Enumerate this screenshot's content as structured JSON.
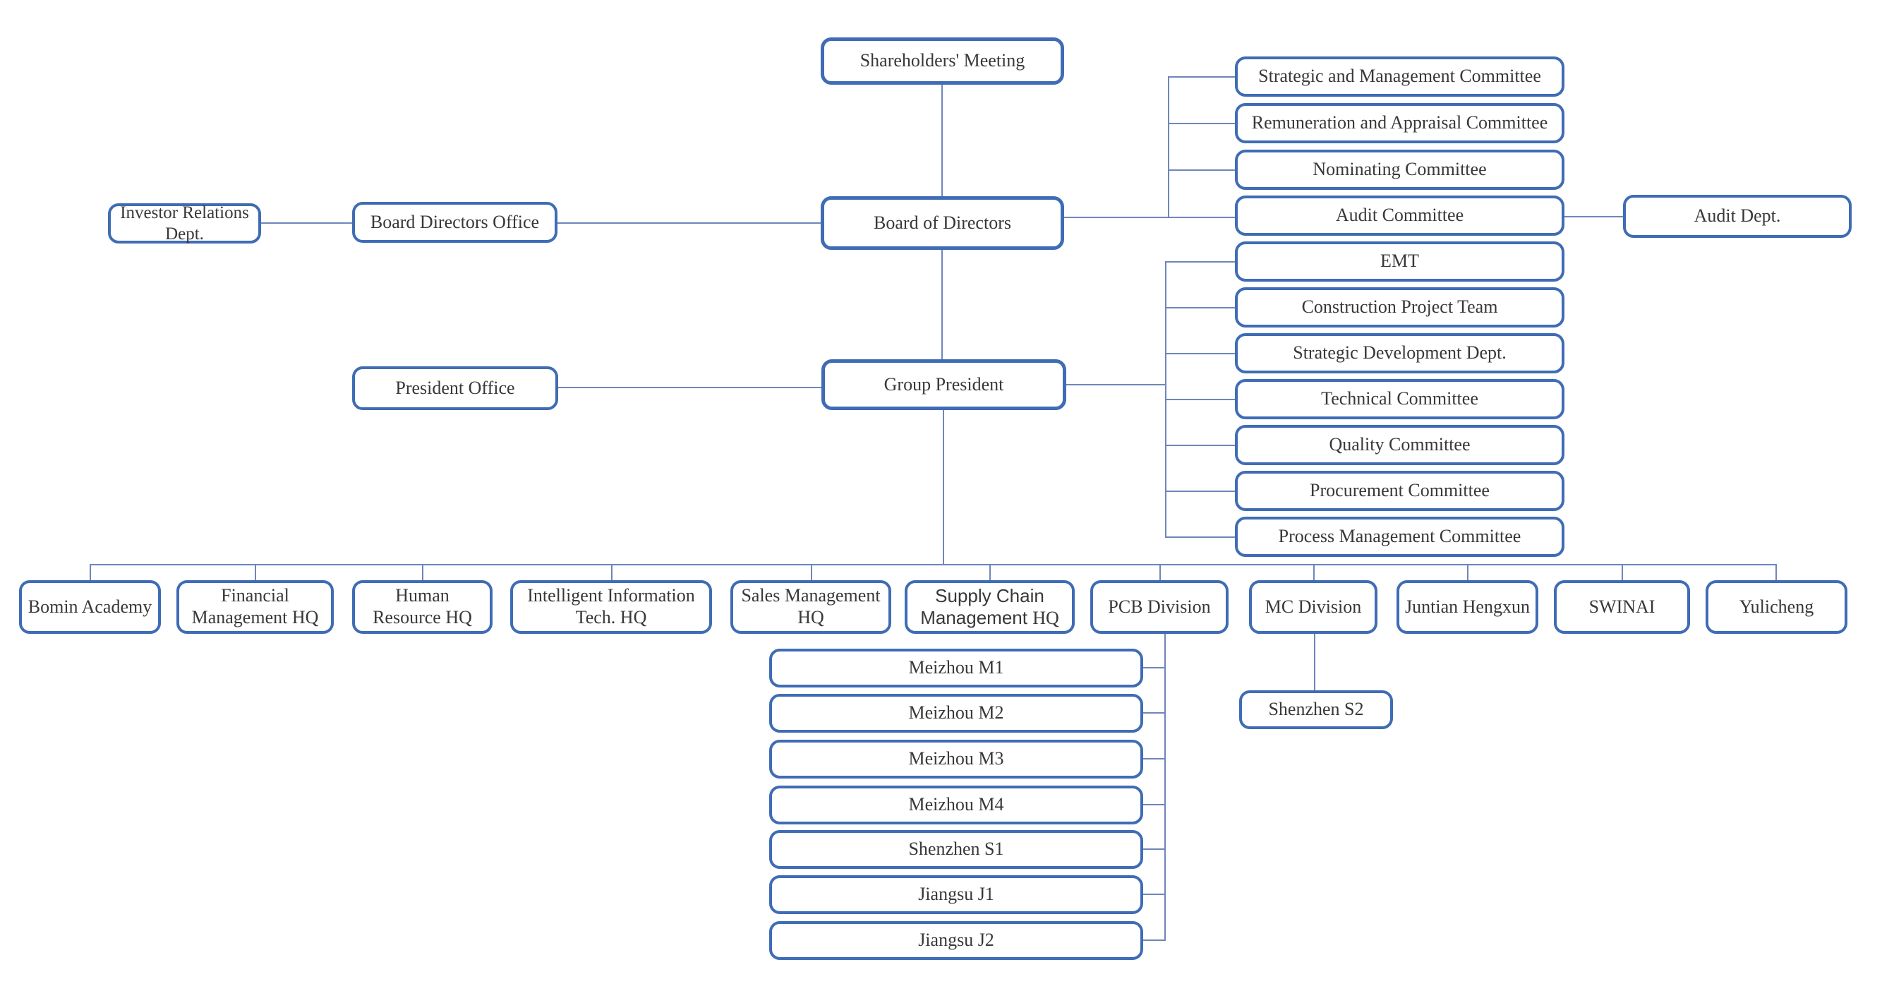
{
  "colors": {
    "box_border": "#3f6cb5",
    "connector": "#6e86ba",
    "text": "#383838",
    "background": "#ffffff"
  },
  "nodes": {
    "shareholders_meeting": "Shareholders' Meeting",
    "board_of_directors": "Board of Directors",
    "board_directors_office": "Board Directors Office",
    "investor_relations": "Investor Relations Dept.",
    "audit_dept": "Audit Dept.",
    "president_office": "President Office",
    "group_president": "Group President",
    "shenzhen_s2": "Shenzhen S2"
  },
  "committees": [
    "Strategic and Management Committee",
    "Remuneration and Appraisal Committee",
    "Nominating Committee",
    "Audit Committee",
    "EMT",
    "Construction Project Team",
    "Strategic Development Dept.",
    "Technical Committee",
    "Quality Committee",
    "Procurement Committee",
    "Process Management Committee"
  ],
  "divisions": {
    "bomin": "Bomin Academy",
    "financial": "Financial Management HQ",
    "human": "Human Resource HQ",
    "intelligent": "Intelligent Information Tech. HQ",
    "sales": "Sales Management HQ",
    "supply_chain_main": "Supply Chain Management",
    "supply_chain_suffix": "HQ",
    "pcb": "PCB Division",
    "mc": "MC Division",
    "juntian": "Juntian Hengxun",
    "swinai": "SWINAI",
    "yulicheng": "Yulicheng"
  },
  "plants": [
    "Meizhou M1",
    "Meizhou M2",
    "Meizhou M3",
    "Meizhou M4",
    "Shenzhen S1",
    "Jiangsu J1",
    "Jiangsu J2"
  ]
}
